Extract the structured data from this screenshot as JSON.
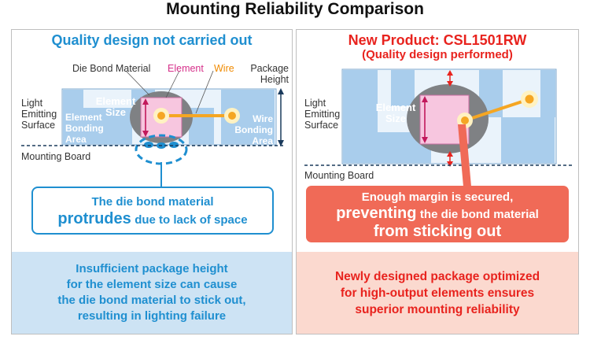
{
  "title": "Mounting Reliability Comparison",
  "left": {
    "heading": "Quality design not carried out",
    "label_die_bond": "Die Bond Material",
    "label_element": "Element",
    "label_wire": "Wire",
    "label_package_height": "Package Height",
    "label_light_emitting_surface": "Light Emitting Surface",
    "label_element_size": "Element Size",
    "label_element_bonding_area": "Element Bonding Area",
    "label_wire_bonding_area": "Wire Bonding Area",
    "label_mounting_board": "Mounting Board",
    "callout_line1": "The die bond material",
    "callout_line2_big": "protrudes",
    "callout_line2_rest": "due to lack of space",
    "footer_lines": [
      "Insufficient package height",
      "for the element size can cause",
      "the die bond material to stick out,",
      "resulting in lighting failure"
    ]
  },
  "right": {
    "heading": "New Product: CSL1501RW",
    "subheading": "(Quality design performed)",
    "label_light_emitting_surface": "Light Emitting Surface",
    "label_element_size": "Element Size",
    "label_mounting_board": "Mounting Board",
    "callout_line1": "Enough margin is secured,",
    "callout_line2_big": "preventing",
    "callout_line2_rest": "the die bond material",
    "callout_line3": "from sticking out",
    "footer_lines": [
      "Newly designed package optimized",
      "for high-output elements ensures",
      "superior mounting reliability"
    ]
  },
  "colors": {
    "blue_accent": "#1f8fd0",
    "red_accent": "#e8231e",
    "package_blue": "#a9cdec",
    "element_pink": "#f7c6df",
    "wire_orange": "#f5a623",
    "die_bond_gray": "#7f8184",
    "callout_red": "#f06a57",
    "left_footer_bg": "#cde3f4",
    "right_footer_bg": "#fbd9cf"
  }
}
